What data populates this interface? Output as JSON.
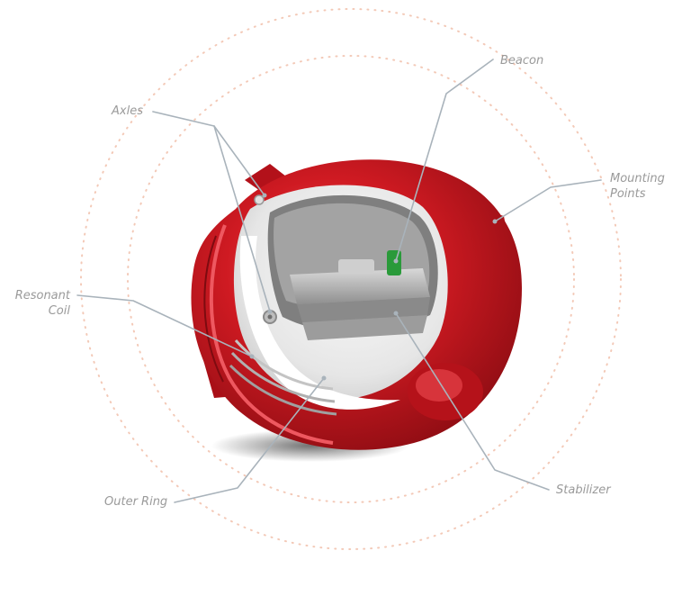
{
  "diagram": {
    "labels": {
      "axles": "Axles",
      "beacon": "Beacon",
      "mounting_line1": "Mounting",
      "mounting_line2": "Points",
      "resonant_line1": "Resonant",
      "resonant_line2": "Coil",
      "outer_ring": "Outer Ring",
      "stabilizer": "Stabilizer"
    },
    "colors": {
      "shell": "#c8141c",
      "shell_dark": "#8f0d14",
      "shell_light": "#e8474d",
      "inner": "#f2f2f2",
      "mechanism": "#b8b8b8",
      "beacon": "#2a9a3a",
      "leader": "#a9b3bb",
      "dots": "#f3c9b7",
      "label": "#9a9a9a"
    }
  }
}
